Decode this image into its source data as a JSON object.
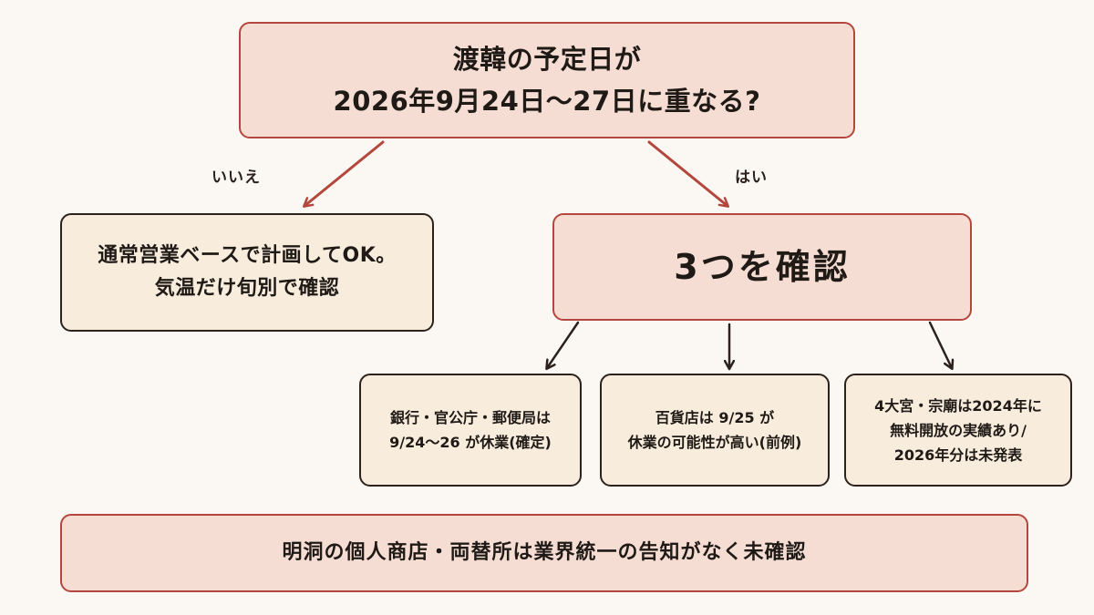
{
  "colors": {
    "accent_red": "#b3473d",
    "box_fill": "#f7ebdc",
    "red_fill": "#f6ddd4",
    "outline": "#2b221c"
  },
  "question": "渡韓の予定日が\n2026年9月24日〜27日に重なる?",
  "branch_no": {
    "label": "いいえ",
    "text": "通常営業ベースで計画してOK。\n気温だけ旬別で確認"
  },
  "branch_yes": {
    "label": "はい",
    "text": "3つを確認",
    "checks": [
      "銀行・官公庁・郵便局は\n9/24〜26 が休業(確定)",
      "百貨店は 9/25 が\n休業の可能性が高い(前例)",
      "4大宮・宗廟は2024年に\n無料開放の実績あり/\n2026年分は未発表"
    ]
  },
  "bottom_note": "明洞の個人商店・両替所は業界統一の告知がなく未確認"
}
